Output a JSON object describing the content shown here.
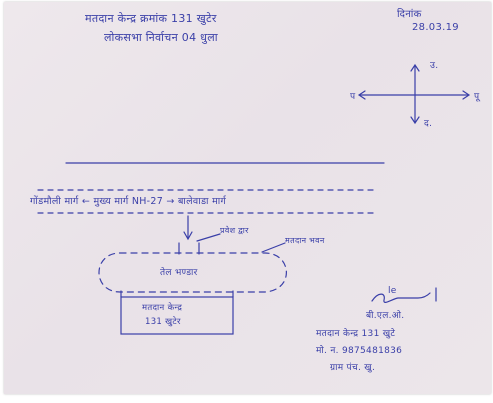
{
  "header": {
    "line1": "मतदान केन्द्र क्रमांक 131 खुटेर",
    "line2": "लोकसभा निर्वाचन 04 धुला",
    "date_label": "दिनांक",
    "date_value": "28.03.19"
  },
  "compass": {
    "north": "उ.",
    "south": "द.",
    "west": "प",
    "east": "पू"
  },
  "road_text": "गोंडमौली मार्ग ← मुख्य मार्ग NH-27 → बालेवाडा मार्ग",
  "map": {
    "gate_label": "प्रवेश द्वार",
    "building_left_label": "",
    "building_right_label": "मतदान भवन",
    "center_label": "तेल भण्डार",
    "booth_label_line1": "मतदान केन्द्र",
    "booth_label_line2": "131 खुटेर"
  },
  "signature": {
    "scribble": "le",
    "officer": "बी.एल.ओ.",
    "booth": "मतदान केन्द्र 131 खुटे",
    "phone": "मो. न. 9875481836",
    "place": "ग्राम पंच. खु."
  },
  "colors": {
    "ink": "#3a3fa8",
    "paper": "#ebe5ea"
  }
}
